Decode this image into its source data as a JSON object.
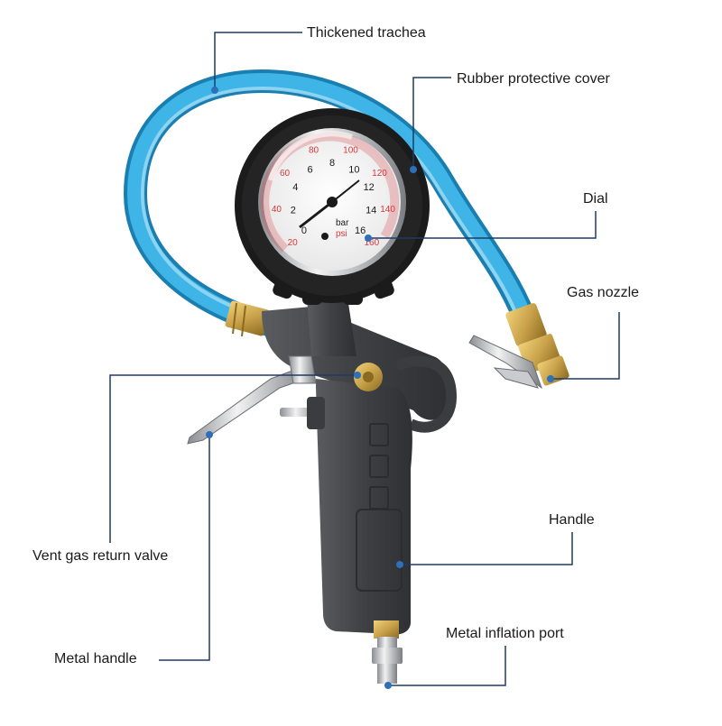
{
  "labels": {
    "thickened_trachea": "Thickened trachea",
    "rubber_cover": "Rubber protective cover",
    "dial": "Dial",
    "gas_nozzle": "Gas nozzle",
    "handle": "Handle",
    "vent_valve": "Vent gas return valve",
    "metal_handle": "Metal handle",
    "inflation_port": "Metal inflation port"
  },
  "gauge": {
    "psi_ticks": [
      "20",
      "40",
      "60",
      "80",
      "100",
      "120",
      "140",
      "160"
    ],
    "bar_ticks": [
      "0",
      "2",
      "4",
      "6",
      "8",
      "10",
      "12",
      "14",
      "16"
    ],
    "unit_bar": "bar",
    "unit_psi": "psi"
  },
  "colors": {
    "hose": "#2aa6db",
    "gun_body": "#4a4c50",
    "brass": "#c9a24a",
    "callout_line": "#1f3b66",
    "callout_dot": "#2d6fb8",
    "psi_scale": "#d9373a"
  }
}
